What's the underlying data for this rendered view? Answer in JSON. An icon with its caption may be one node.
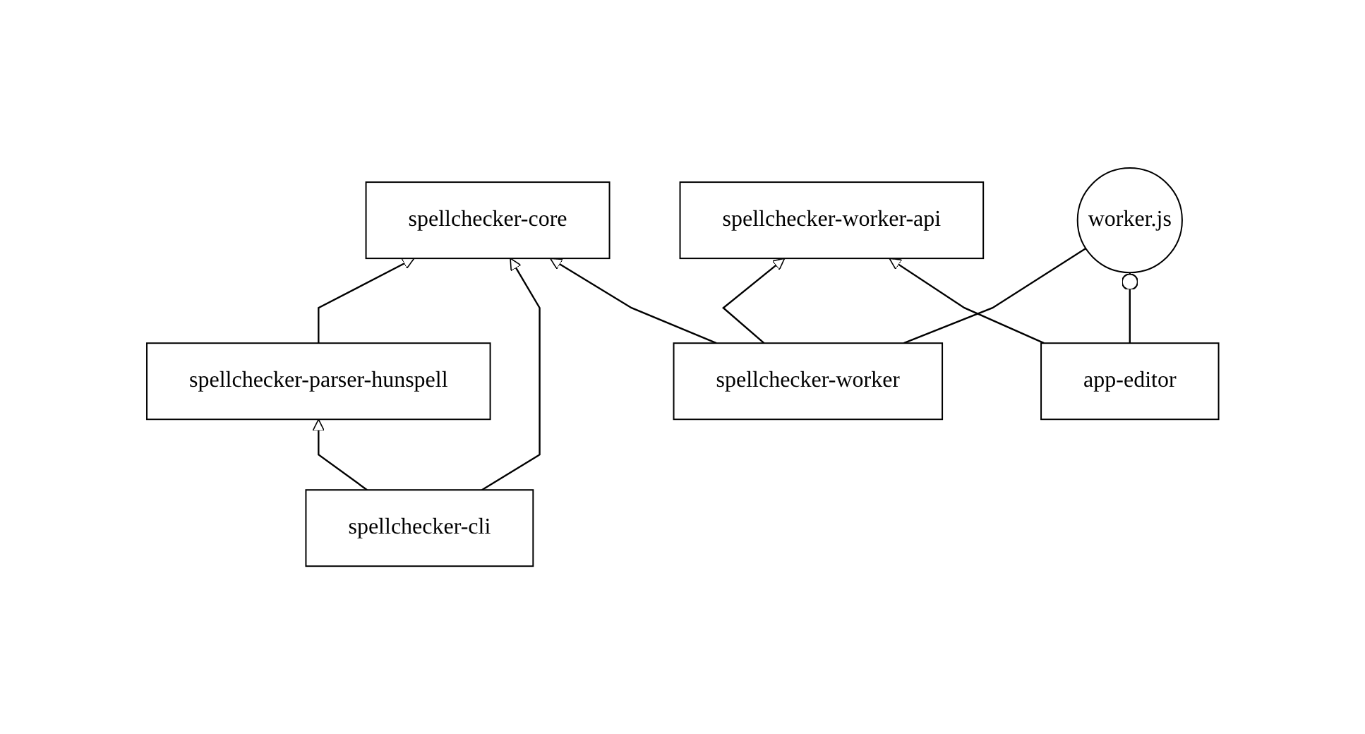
{
  "diagram": {
    "nodes": [
      {
        "text": [
          "spellchecker-core"
        ]
      },
      {
        "text": [
          "spellchecker-parser-hunspell"
        ]
      },
      {
        "text": [
          "spellchecker-worker"
        ]
      },
      {
        "text": [
          "worker.js"
        ]
      },
      {
        "text": [
          "spellchecker-worker-api"
        ]
      },
      {
        "text": [
          "spellchecker-cli"
        ]
      },
      {
        "text": [
          "app-editor"
        ]
      }
    ],
    "edges": [
      {
        "from": 1,
        "to": 0,
        "arrow": "to"
      },
      {
        "from": 5,
        "to": 0,
        "arrow": "to"
      },
      {
        "from": 2,
        "to": 0,
        "arrow": "to"
      },
      {
        "from": 5,
        "to": 1,
        "arrow": "to"
      },
      {
        "from": 2,
        "to": 4,
        "arrow": "to"
      },
      {
        "from": 6,
        "to": 4,
        "arrow": "to"
      },
      {
        "from": 2,
        "to": 3,
        "arrow": "none"
      },
      {
        "from": 6,
        "to": 3,
        "arrow": "other"
      }
    ]
  }
}
